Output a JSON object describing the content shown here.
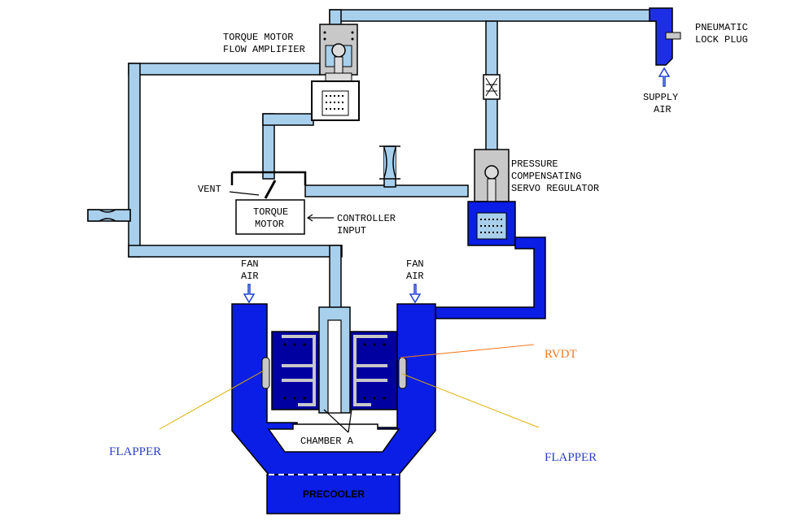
{
  "labels": {
    "torque_motor_flow_amplifier": [
      "TORQUE MOTOR",
      "FLOW AMPLIFIER"
    ],
    "pneumatic_lock_plug": [
      "PNEUMATIC",
      "LOCK PLUG"
    ],
    "supply_air": [
      "SUPPLY",
      "AIR"
    ],
    "pressure_compensating_servo_regulator": [
      "PRESSURE",
      "COMPENSATING",
      "SERVO REGULATOR"
    ],
    "vent": "VENT",
    "torque_motor": [
      "TORQUE",
      "MOTOR"
    ],
    "controller_input": [
      "CONTROLLER",
      "INPUT"
    ],
    "fan_air_left": [
      "FAN",
      "AIR"
    ],
    "fan_air_right": [
      "FAN",
      "AIR"
    ],
    "rvdt": "RVDT",
    "flapper_left": "FLAPPER",
    "flapper_right": "FLAPPER",
    "chamber_a": "CHAMBER A",
    "precooler": "PRECOOLER"
  },
  "colors": {
    "pipe_fill": "#a8d0ec",
    "body_blue": "#0a1ee6",
    "dark_blue": "#0000a0",
    "gray": "#c8c8c8",
    "rvdt_orange": "#f07820",
    "flapper_blue": "#2a3fc8",
    "leader_yellow": "#e0b000"
  }
}
